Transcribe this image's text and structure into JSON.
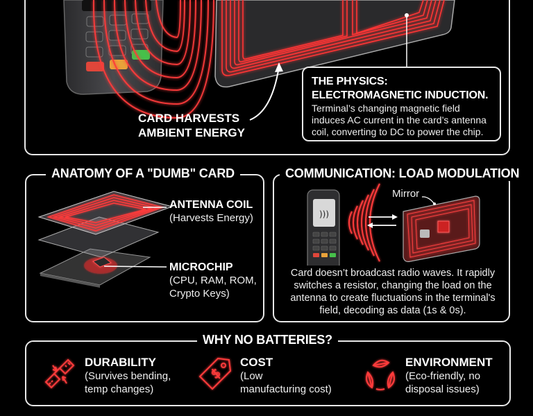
{
  "hero": {
    "callout_left": [
      "CARD HARVESTS",
      "AMBIENT ENERGY"
    ],
    "physics": {
      "heading": [
        "THE PHYSICS:",
        "ELECTROMAGNETIC INDUCTION."
      ],
      "body": [
        "Terminal’s changing magnetic field",
        "induces AC current in the card’s antenna",
        "coil, converting to DC to power the chip."
      ]
    }
  },
  "anatomy": {
    "title": "ANATOMY OF A \"DUMB\" CARD",
    "antenna": {
      "heading": "ANTENNA COIL",
      "body": "(Harvests Energy)"
    },
    "chip": {
      "heading": "MICROCHIP",
      "body": [
        "(CPU, RAM, ROM,",
        "Crypto Keys)"
      ]
    }
  },
  "communication": {
    "title": "COMMUNICATION: LOAD MODULATION",
    "mirror_label": "Mirror",
    "body": [
      "Card doesn’t broadcast radio waves. It rapidly",
      "switches a resistor, changing the load on the",
      "antenna to create fluctuations in the terminal's",
      "field, decoding as data (1s & 0s)."
    ]
  },
  "batteries": {
    "title": "WHY NO BATTERIES?",
    "items": [
      {
        "icon": "bend-ruler-icon",
        "heading": "DURABILITY",
        "body": [
          "(Survives bending,",
          "temp changes)"
        ]
      },
      {
        "icon": "price-tag-icon",
        "heading": "COST",
        "body": [
          "(Low",
          "manufacturing cost)"
        ]
      },
      {
        "icon": "leaf-cycle-icon",
        "heading": "ENVIRONMENT",
        "body": [
          "(Eco-friendly, no",
          "disposal issues)"
        ]
      }
    ]
  },
  "colors": {
    "accent": "#ff2a2a",
    "glow": "#ff4b4b",
    "border": "#e8e8e8",
    "background": "#000000"
  }
}
